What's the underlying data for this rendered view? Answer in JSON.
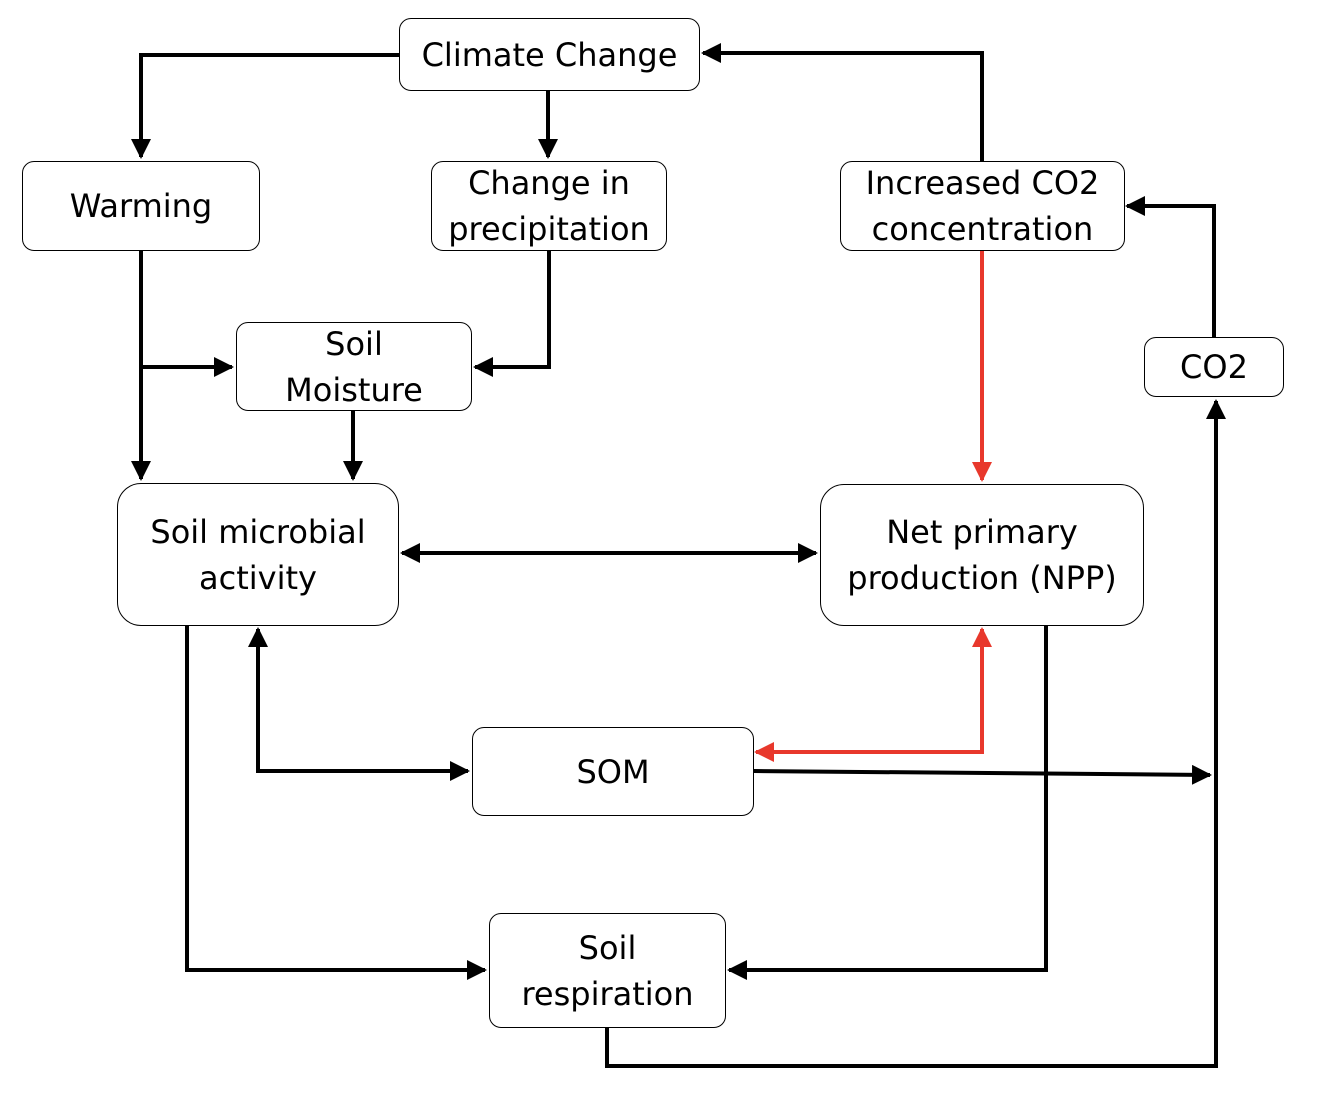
{
  "nodes": {
    "climate_change": "Climate Change",
    "warming": "Warming",
    "change_in_precipitation": "Change in\nprecipitation",
    "increased_co2": "Increased CO2\nconcentration",
    "soil_moisture": "Soil\nMoisture",
    "co2": "CO2",
    "soil_microbial_activity": "Soil microbial\nactivity",
    "npp": "Net primary\nproduction (NPP)",
    "som": "SOM",
    "soil_respiration": "Soil\nrespiration"
  },
  "colors": {
    "edge": "#000000",
    "highlight_edge": "#e8382c",
    "box_border": "#000000",
    "box_fill": "#ffffff"
  },
  "edges": [
    {
      "from": "climate_change",
      "to": "warming",
      "color": "black"
    },
    {
      "from": "climate_change",
      "to": "change_in_precipitation",
      "color": "black"
    },
    {
      "from": "increased_co2",
      "to": "climate_change",
      "color": "black"
    },
    {
      "from": "co2",
      "to": "increased_co2",
      "color": "black"
    },
    {
      "from": "warming",
      "to": "soil_moisture",
      "color": "black"
    },
    {
      "from": "warming",
      "to": "soil_microbial_activity",
      "color": "black"
    },
    {
      "from": "change_in_precipitation",
      "to": "soil_moisture",
      "color": "black"
    },
    {
      "from": "soil_moisture",
      "to": "soil_microbial_activity",
      "color": "black"
    },
    {
      "from": "increased_co2",
      "to": "npp",
      "color": "red"
    },
    {
      "from": "soil_microbial_activity",
      "to": "npp",
      "color": "black",
      "bidirectional": true
    },
    {
      "from": "soil_microbial_activity",
      "to": "som",
      "color": "black",
      "bidirectional": true
    },
    {
      "from": "npp",
      "to": "som",
      "color": "red",
      "bidirectional": true
    },
    {
      "from": "som",
      "to": "co2",
      "color": "black"
    },
    {
      "from": "soil_microbial_activity",
      "to": "soil_respiration",
      "color": "black"
    },
    {
      "from": "npp",
      "to": "soil_respiration",
      "color": "black"
    },
    {
      "from": "soil_respiration",
      "to": "co2",
      "color": "black"
    }
  ]
}
